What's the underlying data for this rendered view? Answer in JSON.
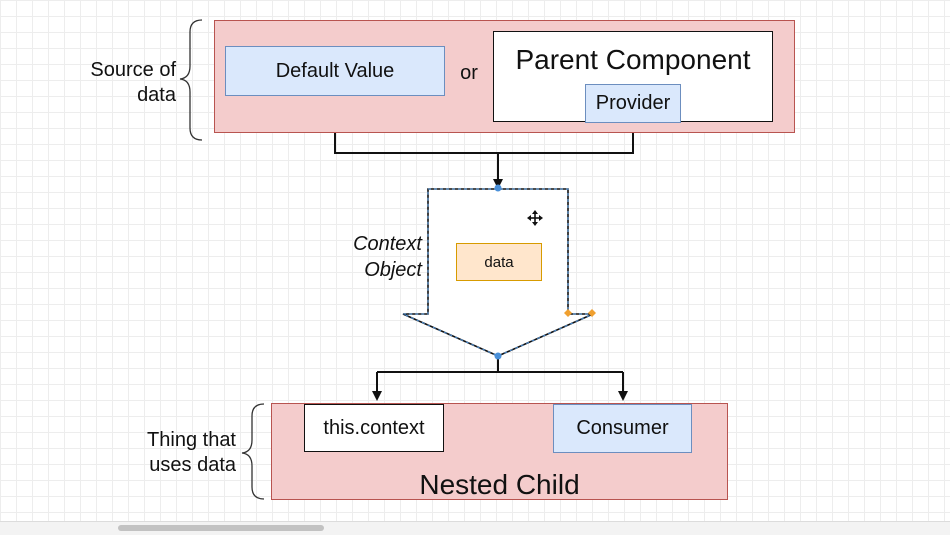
{
  "diagram": {
    "source": {
      "label": "Source of\ndata",
      "default_value": "Default Value",
      "or": "or",
      "parent_component": "Parent Component",
      "provider": "Provider"
    },
    "context": {
      "label": "Context\nObject",
      "data": "data"
    },
    "consumer_side": {
      "label": "Thing that\nuses data",
      "this_context": "this.context",
      "consumer": "Consumer",
      "nested_child": "Nested Child"
    }
  },
  "colors": {
    "pink_fill": "#f4cccc",
    "pink_stroke": "#b85450",
    "blue_fill": "#dae8fc",
    "blue_stroke": "#6c8ebf",
    "orange_fill": "#ffe6cc",
    "orange_stroke": "#d79b00",
    "selection_handle": "#4a90d9"
  }
}
